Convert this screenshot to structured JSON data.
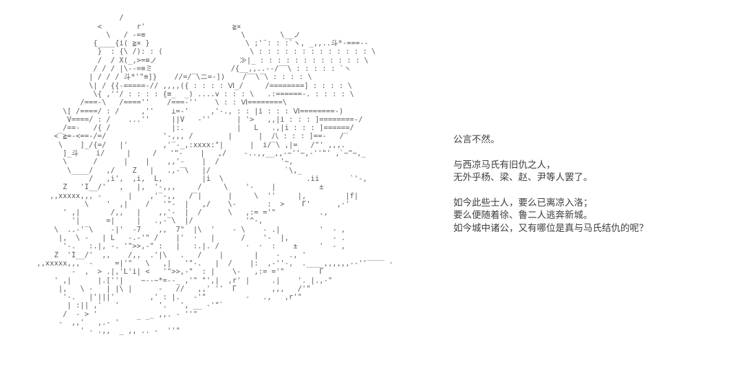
{
  "page": {
    "background_color": "#ffffff"
  },
  "ascii_art": {
    "color": "#5a5a5a",
    "lines": [
      "",
      "                       /",
      "                  <        r'                    ≧×",
      "                    \\   / -=≡                      \\        \\__ノ",
      "                 {____{i( ≧× }                      \\ ;'¨: : :`ヽ, _,,..斗*-===--",
      "                  }  : {\\ /): : (                    \\ : : : : : : : : : : : : : \\",
      "                  /  / X(_,>=≡ノ                   ≫|_ : : : : : : : : : : : : \\",
      "                 / / / |\\--=≡ミ                  /{__,,..-‐/‾‾\\ : : : : : `ヽ",
      "                | / / / 斗*'\"≡]}    //=/‾\\ニ=-])    /‾‾\\‾\\ : : : : \\",
      "                \\| / {{-=====-// ,,,,({ : : : : Ⅵ_/     /========] : : : : \\",
      "                 \\{ ,''/ : : : : {≡_  _) ....v : : : \\   .:======-. : : : : \\",
      "              /===-\\   /====''    /===-''    \\ : : Ⅵ========\\",
      "          \\[ /====/ : /     ,''    ⊥=-'     ,'-., : : |i : : : Ⅵ========-)",
      "           V====/ : /    ...''     ||V   -''      | '>   ,,|i : : : ]========-/",
      "          /==-   /{ /              |:.            |   L   .,|i : : : ]======/",
      "        <‾≧=-<==-/=/             '-,,, /        |      |  八 : : : ]==-   /‾",
      "         \\    ]_/{=/   |'        ,'‾-_,:xxxx:\"|      |  i/‾\\ ,|=   /\"' ,,,.",
      "          ]_斗    i/     |     /   '\"-    |   ,/    -..,,__,,-~''~,-''\"' ,`~^~,_",
      "          \\      /      |    |    ,,'-    |  /              '~,",
      "           \\____/   ,/    Z   |   .,-‾\\   |/                 `\\,_",
      "                /   ,i',  ,i,  L,         |i  \\                   .ii       `'-,",
      "          Z   'I__/'   ,   |,  '-,,,     /     \\    '-    |          ±",
      "       ,,xxxxx,,, -      |    ,'‾-,,   /‾|      |     \\  ''     |,         |f|",
      "               \\    '  ,|    /   '\"-  |   ,/    \\-       :  >    Γ'      ,·'",
      "          ' ,|       /,,   |    ,,'-  |  /      \\   ,:= ='\"          .,",
      "            '|      =|     |   .,-‾\\  |/            '^-,",
      "        \\  ..-'‾\\    -|'  -7    ,,  7\"  |\\  '    - \\    - .|         '  - ,",
      "         |,  \\ -   | L   -.-'\" /    |'  ·   |      /    '-  |,          - .",
      "          '-.   :.|, -. '\">>,-\" :   |   :.|. /      ·  ·  :    ±     '  - ,",
      "        Z  'I__/'  ,,    /,,  .'|\\   .   /    |       |    -  ., '",
      "    ,,xxxxx,,,  -     =|'\"   \\   ,|   '\"-.   |  /    |:  ,-''-,  .____,,,,,,--''‾‾‾‾ ·",
      "            -  ,  > .|,'L'i| <   '\">>,-\"  : |    \\-   ,:= ='\"        Γ",
      "        ' ,|      |.[''|    ~--~*=--_ ,'\" \"',|  ,r' |     .|    '. |.,-\"",
      "         |,   \\ -   | |\\ |      -   //   ,,' ''  Γ        ,,,   /'\"",
      "          '-.   |'|||'        ,' : |.   -'\"         -   .,   ,r'\"",
      "           | :|| ,'   '         '.   ', __ -'\"`",
      "          /  - > '            _ ,,. - ''\"",
      "         -  ,,'   ,.- '    ‾ ‾",
      "              ' - .,,  _ ,, .. -  ''\""
    ]
  },
  "dialogue": {
    "color": "#3d3d3d",
    "paragraphs": [
      [
        "公言不然。"
      ],
      [
        "与西凉马氏有旧仇之人，",
        "无外乎杨、梁、赵、尹等人罢了。"
      ],
      [
        "如今此些士人，要么已离凉入洛；",
        "要么便随着徐、鲁二人逃奔新城。",
        "如今城中诸公，又有哪位是真与马氏结仇的呢？"
      ]
    ]
  }
}
